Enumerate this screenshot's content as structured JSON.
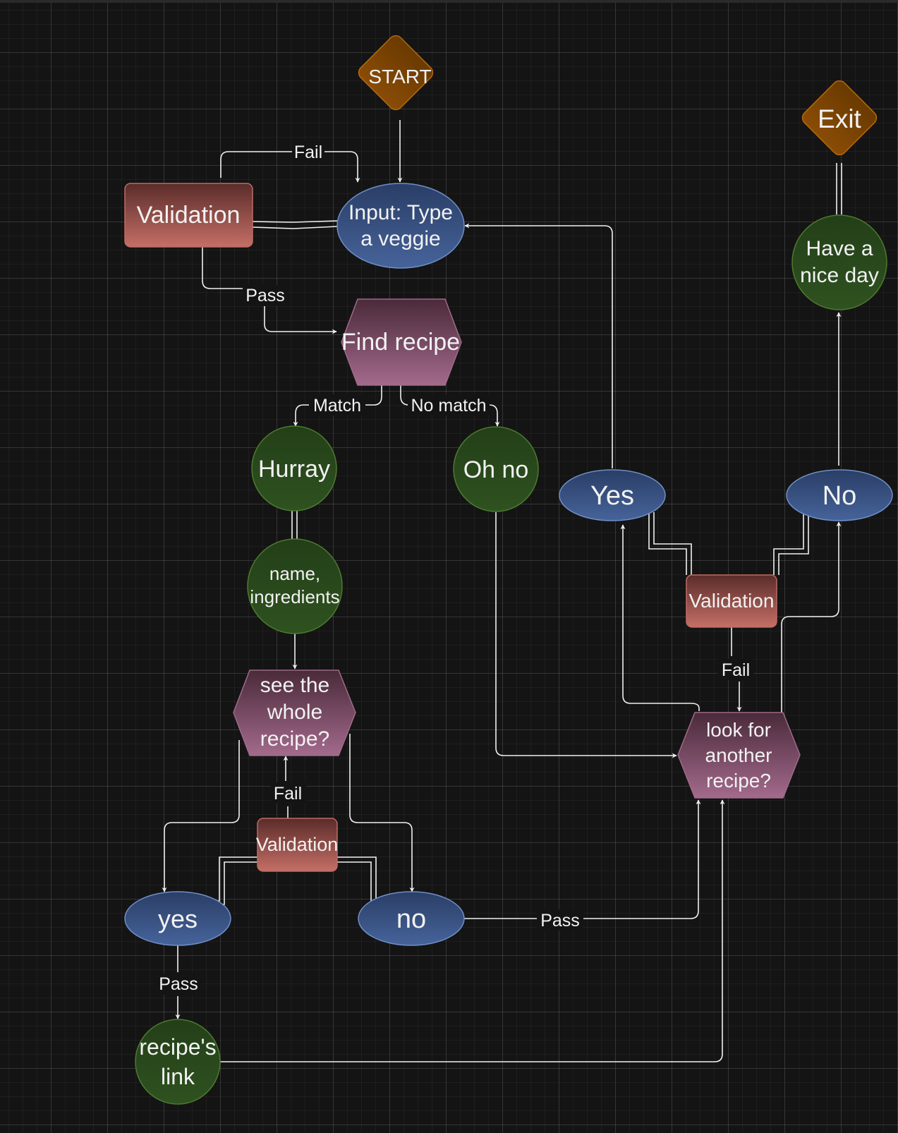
{
  "colors": {
    "background": "#141414",
    "edge": "#f0f0f0",
    "orange_fill": "#7a4400",
    "orange_stroke": "#b5690c",
    "blue_fill": "#3a5587",
    "blue_stroke": "#6f8fc7",
    "green_fill": "#28481a",
    "green_stroke": "#4d7a30",
    "pink_top": "#4a2a3a",
    "pink_bottom": "#a36a8c",
    "pink_stroke": "#a06a8a",
    "red_top": "#5a2c2a",
    "red_bottom": "#c56f66",
    "red_stroke": "#c06a62"
  },
  "nodes": {
    "start": [
      "START"
    ],
    "exit": [
      "Exit"
    ],
    "input": [
      "Input:  Type",
      "a veggie"
    ],
    "validation_top": [
      "Validation"
    ],
    "find_recipe": [
      "Find recipe"
    ],
    "hurray": [
      "Hurray"
    ],
    "oh_no": [
      "Oh no"
    ],
    "name_ingredients": [
      "name,",
      "ingredients"
    ],
    "see_whole": [
      "see the",
      "whole",
      "recipe?"
    ],
    "validation_mid": [
      "Validation"
    ],
    "yes_lower": [
      "yes"
    ],
    "no_lower": [
      "no"
    ],
    "recipe_link": [
      "recipe's",
      "link"
    ],
    "yes_upper": [
      "Yes"
    ],
    "no_upper": [
      "No"
    ],
    "validation_right": [
      "Validation"
    ],
    "look_another": [
      "look for",
      "another",
      "recipe?"
    ],
    "have_nice_day": [
      "Have a",
      "nice day"
    ]
  },
  "edge_labels": {
    "fail_top": "Fail",
    "pass_top": "Pass",
    "match": "Match",
    "no_match": "No match",
    "fail_mid": "Fail",
    "pass_yes": "Pass",
    "pass_no": "Pass",
    "fail_right": "Fail"
  }
}
